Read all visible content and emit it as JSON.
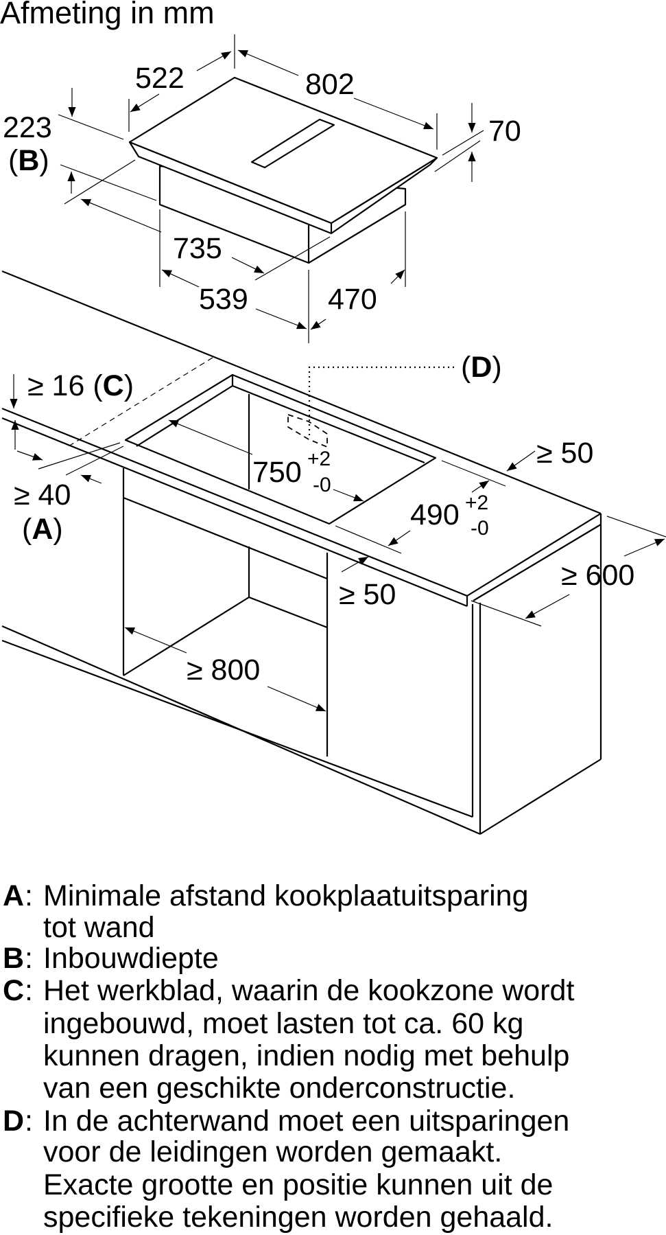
{
  "title": "Afmeting in mm",
  "hob_dimensions": {
    "width": "522",
    "length": "802",
    "thickness": "70",
    "depth": "223",
    "depth_ref": "B",
    "box_length": "735",
    "box_front": "539",
    "box_side": "470"
  },
  "cutout_dimensions": {
    "worktop_thickness": "≥ 16",
    "worktop_ref": "C",
    "wall_distance": "≥ 40",
    "wall_ref": "A",
    "cutout_length": "750",
    "cutout_length_tol_plus": "+2",
    "cutout_length_tol_minus": "-0",
    "cutout_width": "490",
    "cutout_width_tol_plus": "+2",
    "cutout_width_tol_minus": "-0",
    "back_distance": "≥ 50",
    "front_distance": "≥ 50",
    "worktop_depth": "≥ 600",
    "cabinet_width": "≥ 800",
    "recess_ref": "D"
  },
  "legend": [
    {
      "letter": "A",
      "lines": [
        "Minimale afstand kookplaatuitsparing",
        "tot wand"
      ]
    },
    {
      "letter": "B",
      "lines": [
        "Inbouwdiepte"
      ]
    },
    {
      "letter": "C",
      "lines": [
        "Het werkblad, waarin de kookzone wordt",
        "ingebouwd, moet lasten tot ca. 60 kg",
        "kunnen dragen, indien nodig met behulp",
        "van een geschikte onderconstructie."
      ]
    },
    {
      "letter": "D",
      "lines": [
        "In de achterwand moet een uitsparingen",
        "voor de leidingen worden gemaakt.",
        "Exacte grootte en positie kunnen uit de",
        "specifieke tekeningen worden gehaald."
      ]
    }
  ],
  "colors": {
    "ink": "#000000",
    "background": "#ffffff"
  }
}
